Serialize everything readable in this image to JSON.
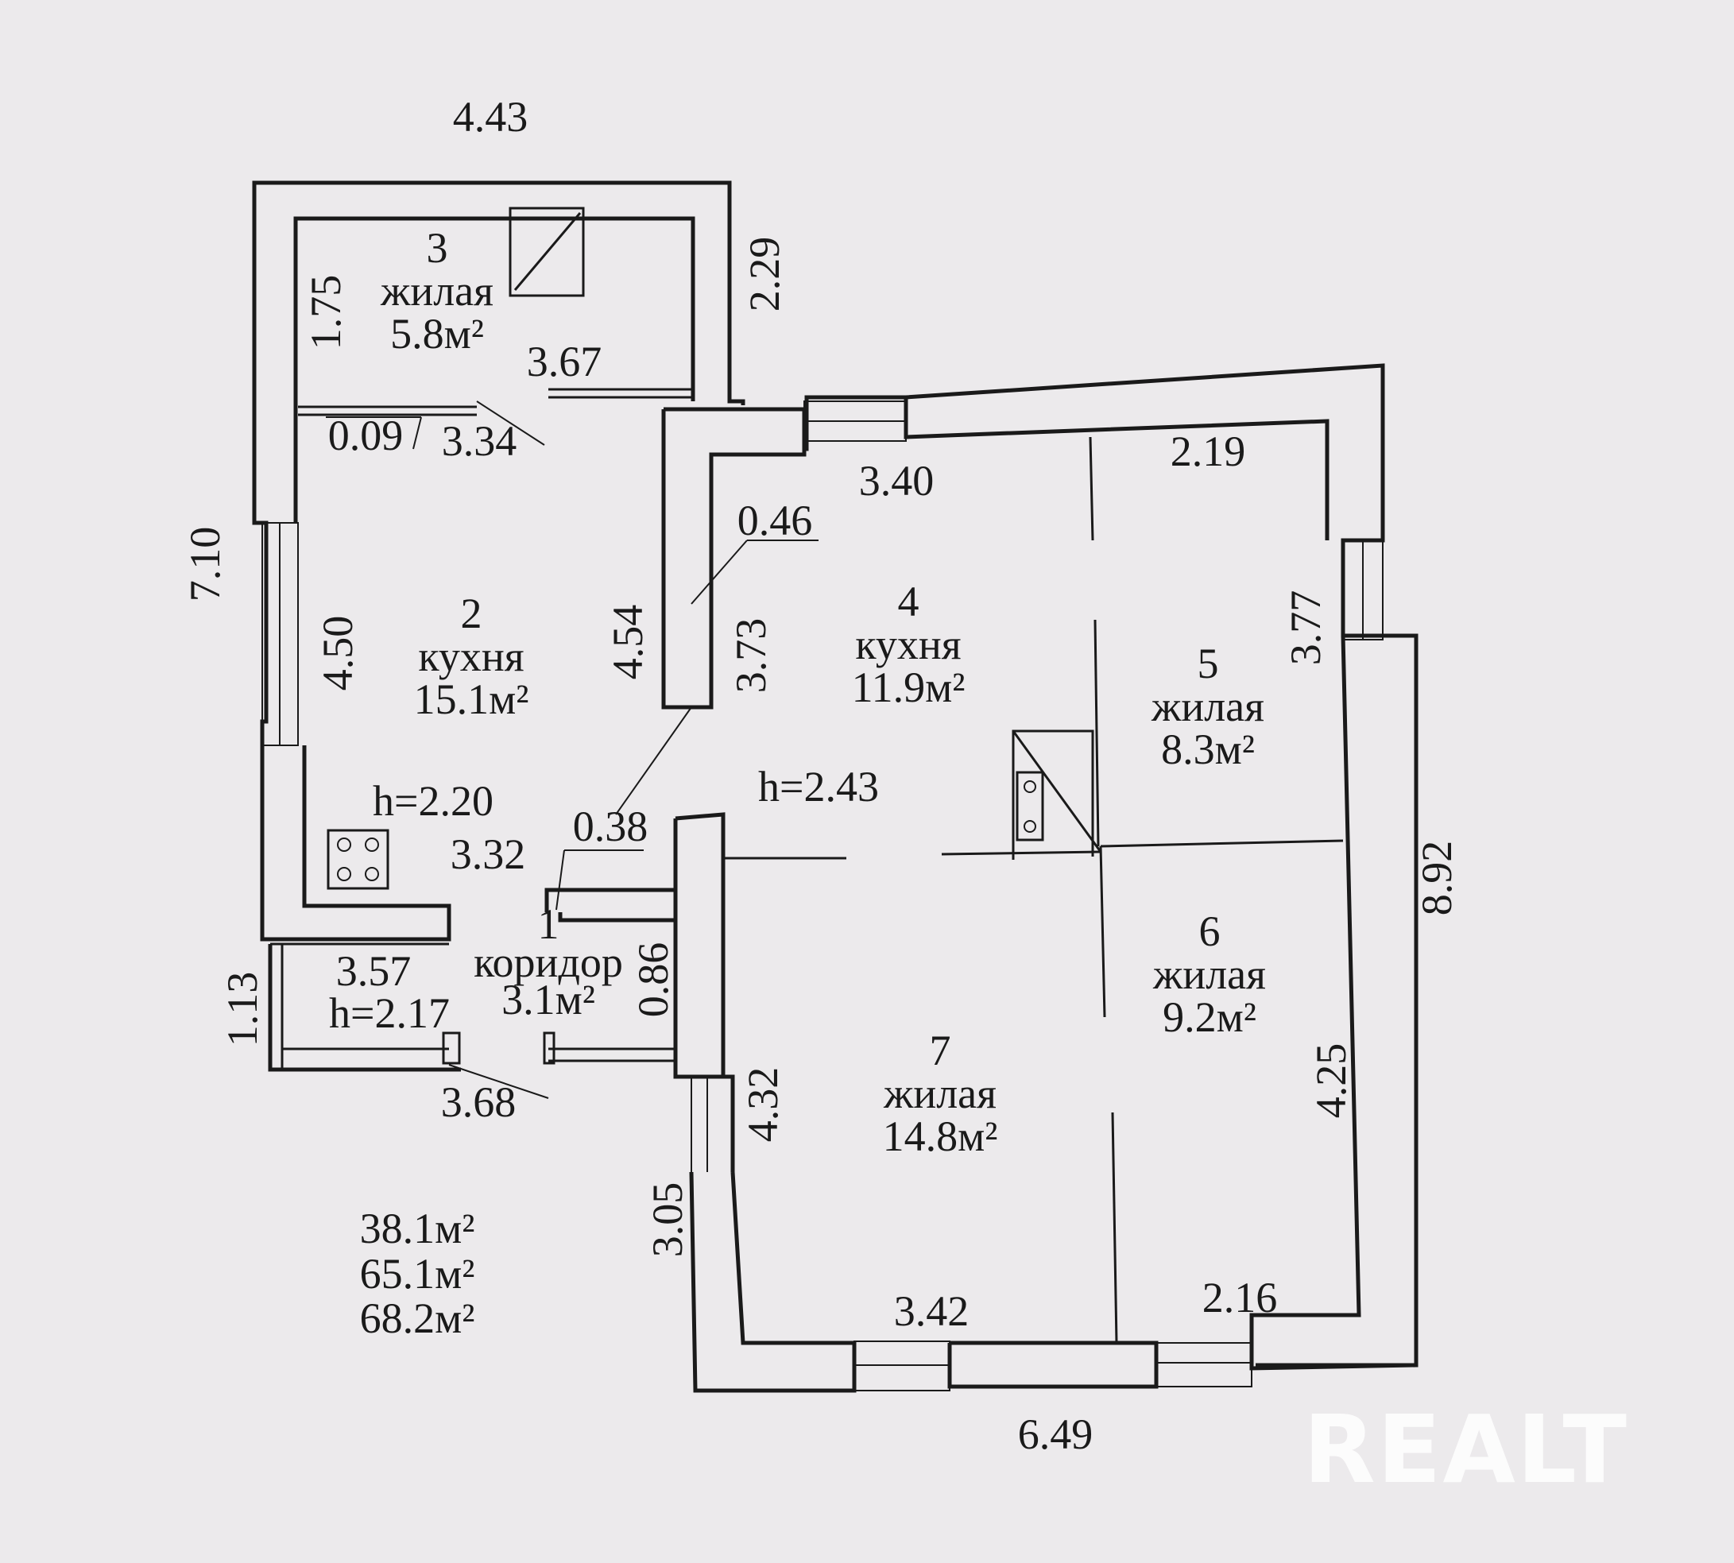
{
  "dimensions": {
    "top_width": "4.43",
    "wing_right": "2.29",
    "left_height": "7.10",
    "room3_height": "1.75",
    "room3_width": "3.67",
    "partition": "0.09",
    "room2_top": "3.34",
    "room2_height": "4.50",
    "wall_0_46": "0.46",
    "room2_right": "4.54",
    "room4_left": "3.73",
    "room4_top": "3.40",
    "room5_top": "2.19",
    "room5_right": "3.77",
    "room2_bottom": "3.32",
    "wall_0_38": "0.38",
    "corridor_width": "0.86",
    "corridor_top": "3.57",
    "corridor_left": "1.13",
    "corridor_bottom": "3.68",
    "room7_left": "4.32",
    "lower_left": "3.05",
    "room7_bottom": "3.42",
    "room6_bottom": "2.16",
    "room6_right": "4.25",
    "right_height": "8.92",
    "bottom_width": "6.49"
  },
  "heights": {
    "kitchen2": "h=2.20",
    "main": "h=2.43",
    "corridor": "h=2.17"
  },
  "rooms": {
    "r3": {
      "num": "3",
      "name": "жилая",
      "area": "5.8м²"
    },
    "r2": {
      "num": "2",
      "name": "кухня",
      "area": "15.1м²"
    },
    "r4": {
      "num": "4",
      "name": "кухня",
      "area": "11.9м²"
    },
    "r5": {
      "num": "5",
      "name": "жилая",
      "area": "8.3м²"
    },
    "r6": {
      "num": "6",
      "name": "жилая",
      "area": "9.2м²"
    },
    "r7": {
      "num": "7",
      "name": "жилая",
      "area": "14.8м²"
    },
    "r1": {
      "num": "1",
      "name": "коридор",
      "area": "3.1м²"
    }
  },
  "totals": {
    "living": "38.1м²",
    "useful": "65.1м²",
    "total": "68.2м²"
  },
  "watermark": "REALT"
}
